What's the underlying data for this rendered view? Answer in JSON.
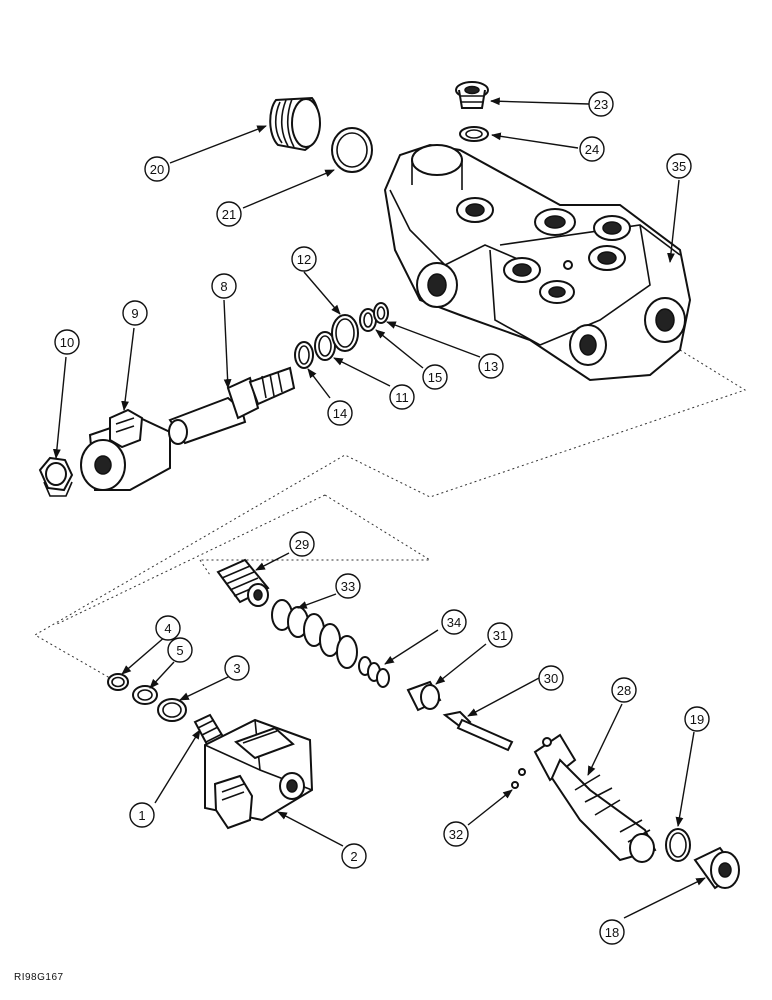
{
  "reference_code": "RI98G167",
  "callouts": {
    "c1": "1",
    "c2": "2",
    "c3": "3",
    "c4": "4",
    "c5": "5",
    "c8": "8",
    "c9": "9",
    "c10": "10",
    "c11": "11",
    "c12": "12",
    "c13": "13",
    "c14": "14",
    "c15": "15",
    "c18": "18",
    "c19": "19",
    "c20": "20",
    "c21": "21",
    "c23": "23",
    "c24": "24",
    "c28": "28",
    "c29": "29",
    "c30": "30",
    "c31": "31",
    "c32": "32",
    "c33": "33",
    "c34": "34",
    "c35": "35"
  }
}
